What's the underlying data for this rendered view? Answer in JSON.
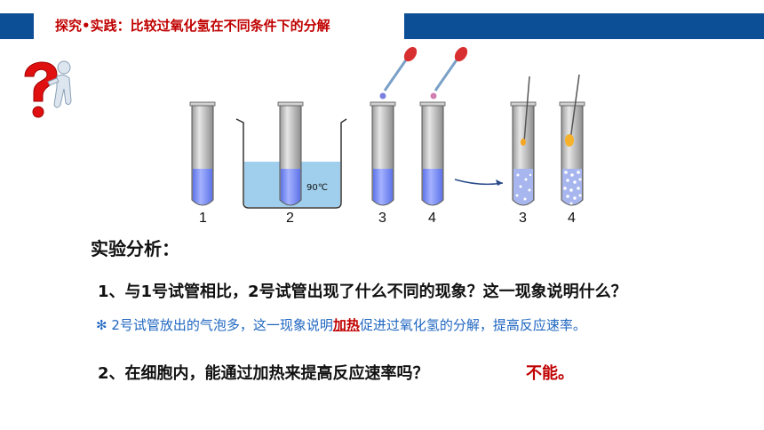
{
  "header": {
    "title": "探究•实践：比较过氧化氢在不同条件下的分解"
  },
  "figure": {
    "tube_labels": [
      "1",
      "2",
      "3",
      "4",
      "3",
      "4"
    ],
    "temperature_label": "90℃"
  },
  "analysis": {
    "heading": "实验分析：",
    "question1": "1、与1号试管相比，2号试管出现了什么不同的现象？这一现象说明什么？",
    "answer1": {
      "bullet": "✻",
      "part1": "2号试管放出的气泡多，这一现象说明",
      "highlight": "加热",
      "part2": "促进过氧化氢的分解，提高反应速率。"
    },
    "question2": "2、在细胞内，能通过加热来提高反应速率吗？",
    "answer2": "不能。"
  },
  "colors": {
    "header_blue": "#0c4f96",
    "title_red": "#c00000",
    "liquid": "#7b8ff5",
    "answer_blue": "#1f66c0"
  },
  "icons": [
    "question-person-icon"
  ]
}
